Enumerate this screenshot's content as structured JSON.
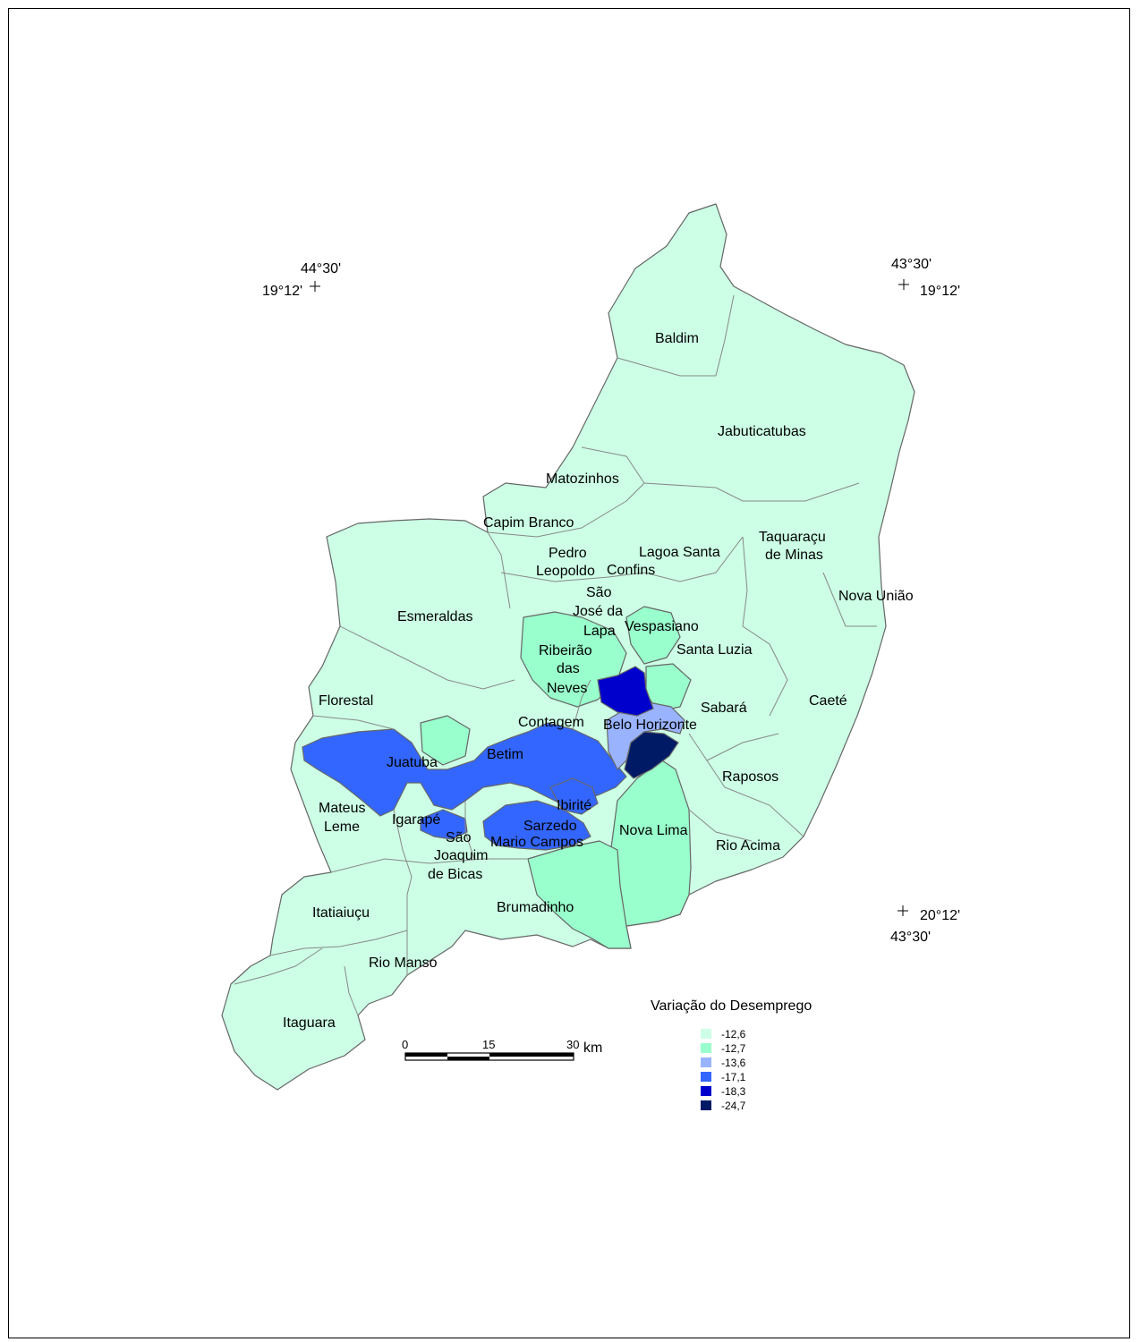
{
  "colors": {
    "c1": "#ccffe6",
    "c2": "#99ffcc",
    "c3": "#99b3ff",
    "c4": "#3366ff",
    "c5": "#0000cc",
    "c6": "#001a66"
  },
  "coords": {
    "nw_lon": "44°30'",
    "nw_lat": "19°12'",
    "ne_lon": "43°30'",
    "ne_lat": "19°12'",
    "se_lat": "20°12'",
    "se_lon": "43°30'"
  },
  "legend": {
    "title": "Variação do Desemprego",
    "classes": [
      {
        "label": "-12,6",
        "color": "#ccffe6"
      },
      {
        "label": "-12,7",
        "color": "#99ffcc"
      },
      {
        "label": "-13,6",
        "color": "#99b3ff"
      },
      {
        "label": "-17,1",
        "color": "#3366ff"
      },
      {
        "label": "-18,3",
        "color": "#0000cc"
      },
      {
        "label": "-24,7",
        "color": "#001a66"
      }
    ]
  },
  "scalebar": {
    "t0": "0",
    "t1": "15",
    "t2": "30",
    "unit": "km"
  },
  "municipalities": {
    "baldim": "Baldim",
    "jabuticatubas": "Jabuticatubas",
    "matozinhos": "Matozinhos",
    "capim_branco": "Capim Branco",
    "pedro_l1": "Pedro",
    "pedro_l2": "Leopoldo",
    "confins": "Confins",
    "lagoa_santa": "Lagoa Santa",
    "taquaracu_l1": "Taquaraçu",
    "taquaracu_l2": "de Minas",
    "nova_uniao": "Nova União",
    "esmeraldas": "Esmeraldas",
    "sjl_l1": "São",
    "sjl_l2": "José da",
    "sjl_l3": "Lapa",
    "vespasiano": "Vespasiano",
    "ribeirao_l1": "Ribeirão",
    "ribeirao_l2": "das",
    "ribeirao_l3": "Neves",
    "santa_luzia": "Santa Luzia",
    "florestal": "Florestal",
    "contagem": "Contagem",
    "belo_horizonte": "Belo Horizonte",
    "sabara": "Sabará",
    "caete": "Caeté",
    "juatuba": "Juatuba",
    "betim": "Betim",
    "raposos": "Raposos",
    "mateus_l1": "Mateus",
    "mateus_l2": "Leme",
    "igarape": "Igarapé",
    "ibirite": "Ibirité",
    "sarzedo": "Sarzedo",
    "mario_campos": "Mario Campos",
    "nova_lima": "Nova Lima",
    "rio_acima": "Rio Acima",
    "sjb_l1": "São",
    "sjb_l2": "Joaquim",
    "sjb_l3": "de Bicas",
    "itatiaiucu": "Itatiaiuçu",
    "brumadinho": "Brumadinho",
    "rio_manso": "Rio Manso",
    "itaguara": "Itaguara"
  }
}
